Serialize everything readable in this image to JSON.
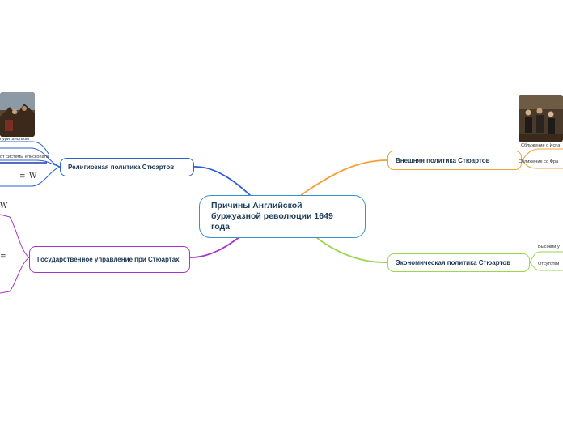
{
  "central": {
    "title": "Причины Английской буржуазной революции 1649 года"
  },
  "topics": {
    "religion": "Религиозная политика Стюартов",
    "government": "Государственное управление при Стюартах",
    "foreign": "Внешняя политика Стюартов",
    "economy": "Экономическая политика Стюартов"
  },
  "religion_leaves": [
    "пуританством",
    "от системы епископата"
  ],
  "foreign_leaves": [
    "Сближение с Испа",
    "Сближение со Фра"
  ],
  "economy_leaves": [
    "Высокий у",
    "Отсутстви"
  ],
  "icons": {
    "notes": "≡",
    "wiki": "W"
  },
  "colors": {
    "central": "#3a8fd0",
    "religion": "#2b5fd6",
    "government": "#a535c7",
    "foreign": "#f2a134",
    "economy": "#9bd64b"
  }
}
